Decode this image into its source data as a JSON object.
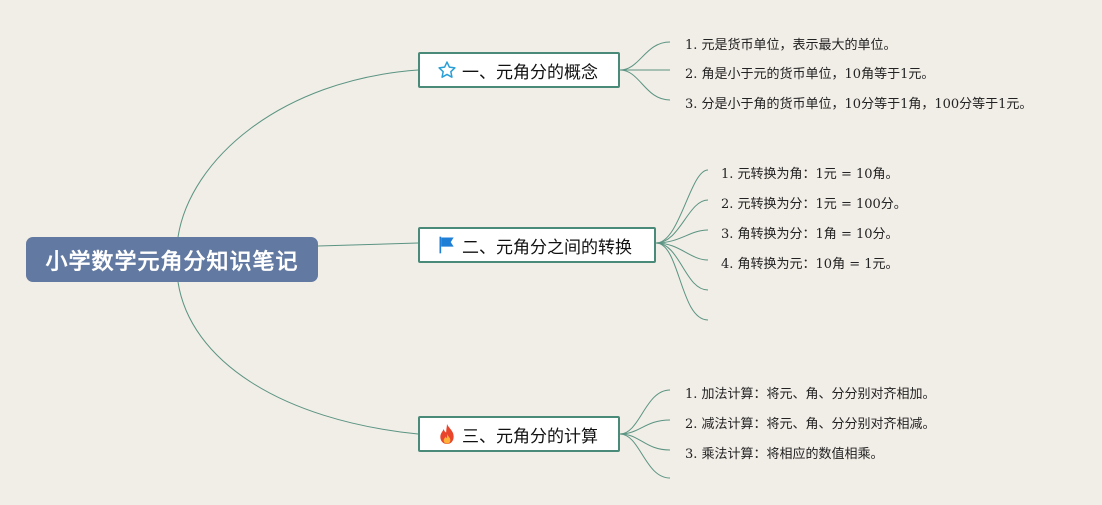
{
  "colors": {
    "background": "#f1ede7",
    "root_fill": "#6279a1",
    "branch_border": "#4a8a79",
    "link": "#5a9482"
  },
  "root": {
    "title": "小学数学元角分知识笔记"
  },
  "branches": [
    {
      "title": "一、元角分的概念",
      "icon": "star-icon",
      "items": [
        "1. 元是货币单位，表示最大的单位。",
        "2. 角是小于元的货币单位，10角等于1元。",
        "3. 分是小于角的货币单位，10分等于1角，100分等于1元。"
      ]
    },
    {
      "title": "二、元角分之间的转换",
      "icon": "flag-icon",
      "items": [
        "1. 元转换为角：1元 = 10角。",
        "2. 元转换为分：1元 = 100分。",
        "3. 角转换为分：1角 = 10分。",
        "4. 角转换为元：10角 = 1元。"
      ]
    },
    {
      "title": "三、元角分的计算",
      "icon": "fire-icon",
      "items": [
        "1. 加法计算：将元、角、分分别对齐相加。",
        "2. 减法计算：将元、角、分分别对齐相减。",
        "3. 乘法计算：将相应的数值相乘。"
      ]
    }
  ]
}
